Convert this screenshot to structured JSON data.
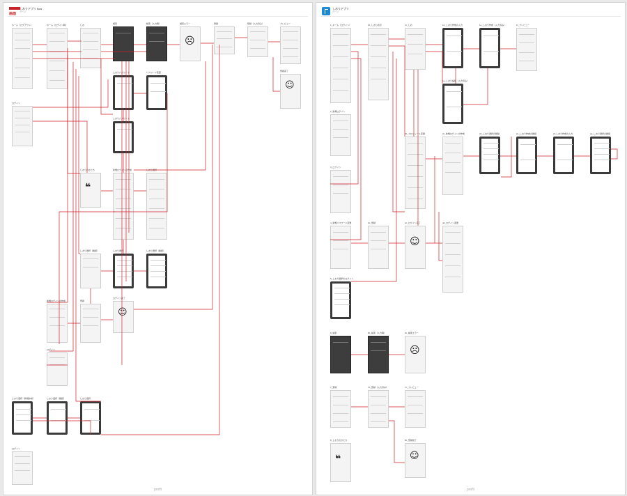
{
  "left_board": {
    "title": "しおりアプリ flow",
    "subtitle": "ページ",
    "heading": "画面",
    "footer": "profit",
    "screens": [
      {
        "label": "ホーム（ログアウト）"
      },
      {
        "label": "ホーム（ログイン時）"
      },
      {
        "label": "しお"
      },
      {
        "label": "検索"
      },
      {
        "label": "検索（入力時）"
      },
      {
        "label": "検索エラー"
      },
      {
        "label": "登録"
      },
      {
        "label": "登録（入力済み）"
      },
      {
        "label": "プレビュー"
      },
      {
        "label": "ログイン"
      },
      {
        "label": "しおりパスワード"
      },
      {
        "label": "パスワード変更"
      },
      {
        "label": "登録完了"
      },
      {
        "label": "しおりのかたち"
      },
      {
        "label": "新規ログインの作成"
      },
      {
        "label": "しおり選択"
      },
      {
        "label": "しおり選択（確認）"
      },
      {
        "label": "ログイン完了"
      },
      {
        "label": "しおり選択（新規作成）"
      }
    ]
  },
  "right_board": {
    "title": "しおりアプリ",
    "subtitle": "ページ",
    "footer": "profit",
    "screens": [
      {
        "label": "1_ホーム（ログイン）"
      },
      {
        "label": "1b_しおり表示"
      },
      {
        "label": "1c_しお"
      },
      {
        "label": "1d_しおり作成の入力"
      },
      {
        "label": "1e_しおり作成（入力済み）"
      },
      {
        "label": "1f_プレビュー"
      },
      {
        "label": "1g_しおり編集（入力済み）"
      },
      {
        "label": "2_新規ログイン"
      },
      {
        "label": "2b_プロフィール変更"
      },
      {
        "label": "2c_新規ログインの作成"
      },
      {
        "label": "2d_しおり選択の削除"
      },
      {
        "label": "2e_しおり作成の確認"
      },
      {
        "label": "2f_しおり作成の入力"
      },
      {
        "label": "2g_しおり選択の確認"
      },
      {
        "label": "3_ログイン"
      },
      {
        "label": "4_新規パスワード変更"
      },
      {
        "label": "4b_登録"
      },
      {
        "label": "4c_ログイン完了"
      },
      {
        "label": "4d_ログイン変更"
      },
      {
        "label": "5_しおり選択のログイン"
      },
      {
        "label": "6_検索"
      },
      {
        "label": "6b_検索（入力時）"
      },
      {
        "label": "6c_検索エラー"
      },
      {
        "label": "7_登録"
      },
      {
        "label": "7b_登録（入力済み）"
      },
      {
        "label": "7c_プレビュー"
      },
      {
        "label": "8_しおりのかたち"
      },
      {
        "label": "8b_登録完了"
      }
    ]
  },
  "colors": {
    "wire": "#d0212a",
    "accent": "#1c8bd6",
    "brand": "#c8222a"
  }
}
